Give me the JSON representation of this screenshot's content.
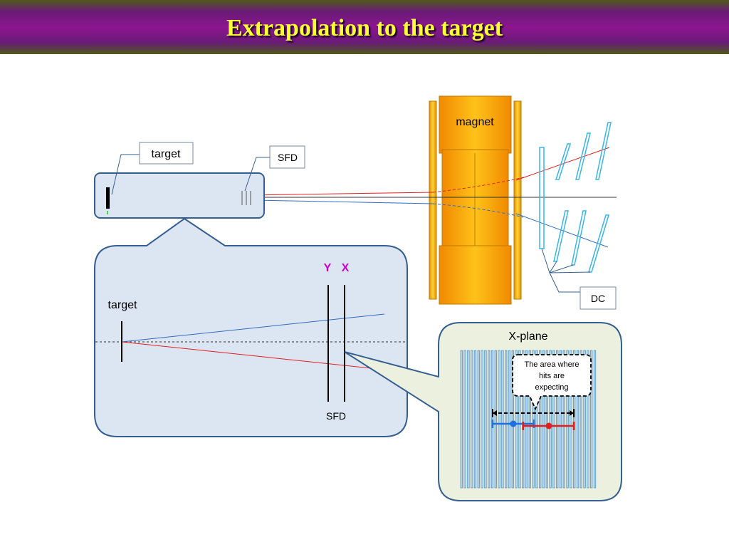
{
  "header": {
    "title": "Extrapolation to the target"
  },
  "labels": {
    "target_callout": "target",
    "sfd_callout": "SFD",
    "magnet": "magnet",
    "dc_callout": "DC",
    "zoom_target": "target",
    "zoom_y": "Y",
    "zoom_x": "X",
    "zoom_sfd": "SFD",
    "xplane_title": "X-plane",
    "bubble_line1": "The area where",
    "bubble_line2": "hits are",
    "bubble_line3": "expecting"
  },
  "colors": {
    "title_text": "#ffff33",
    "title_band": "#8c168e",
    "panel_fill": "#dce6f2",
    "panel_border": "#365f91",
    "xplane_fill": "#ebf1de",
    "magnet": "#f7a800",
    "dc_lines": "#38b6e8",
    "track_red": "#e02020",
    "track_blue": "#2f6cc4",
    "y_x_labels": "#cc00cc"
  }
}
